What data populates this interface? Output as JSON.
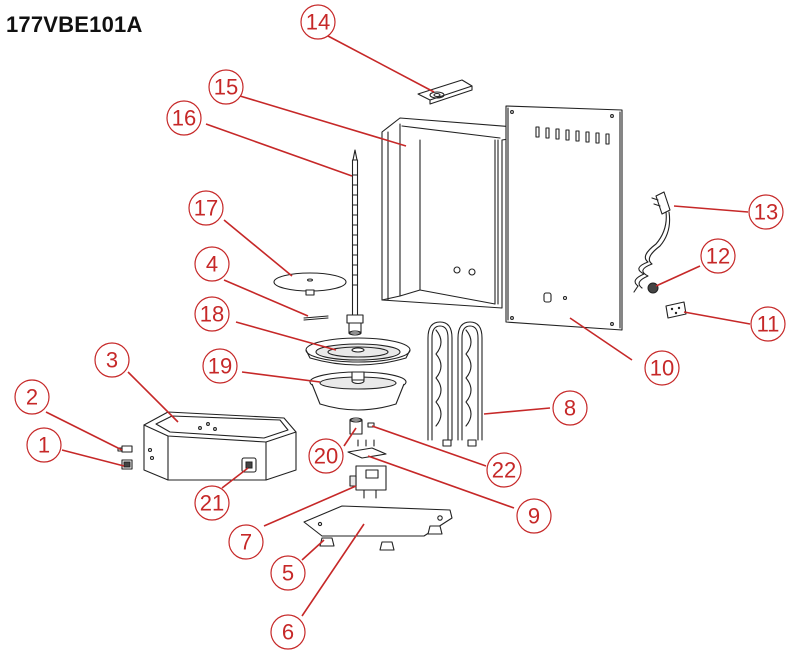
{
  "title": "177VBE101A",
  "callouts": [
    "14",
    "15",
    "16",
    "13",
    "17",
    "12",
    "4",
    "11",
    "18",
    "10",
    "3",
    "19",
    "2",
    "8",
    "1",
    "20",
    "22",
    "21",
    "9",
    "7",
    "5",
    "6"
  ],
  "colors": {
    "callout": "#c62828",
    "line": "#222222"
  }
}
